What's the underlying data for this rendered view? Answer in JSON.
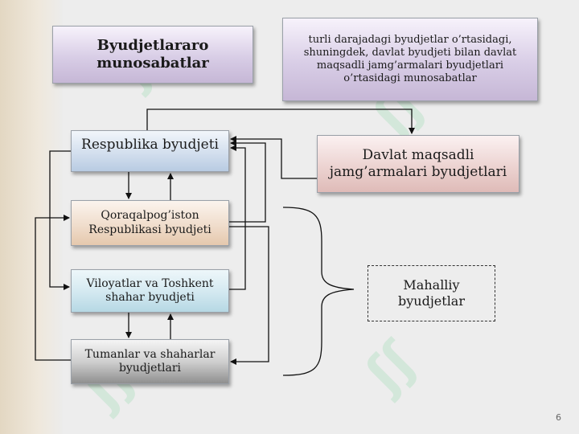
{
  "title": "Byudjetlararo munosabatlar",
  "description": "turli darajadagi byudjetlar o’rtasidagi, shuningdek, davlat byudjeti bilan davlat maqsadli jamg’armalari byudjetlari o’rtasidagi munosabatlar",
  "nodes": {
    "republic": "Respublika byudjeti",
    "funds": "Davlat maqsadli jamg’armalari byudjetlari",
    "karakalpak": "Qoraqalpog’iston Respublikasi byudjeti",
    "regions": "Viloyatlar va Toshkent shahar byudjeti",
    "districts": "Tumanlar va shaharlar byudjetlari",
    "local": "Mahalliy byudjetlar"
  },
  "page_number": "6",
  "colors": {
    "purple_box": "#d8cde6",
    "blue_box": "#d3dfee",
    "pink_box": "#ecd3d1",
    "peach_box": "#f0ddcc",
    "cyan_box": "#d2e8f0",
    "gray_box": "#cfcfcf",
    "arrow": "#111111"
  }
}
